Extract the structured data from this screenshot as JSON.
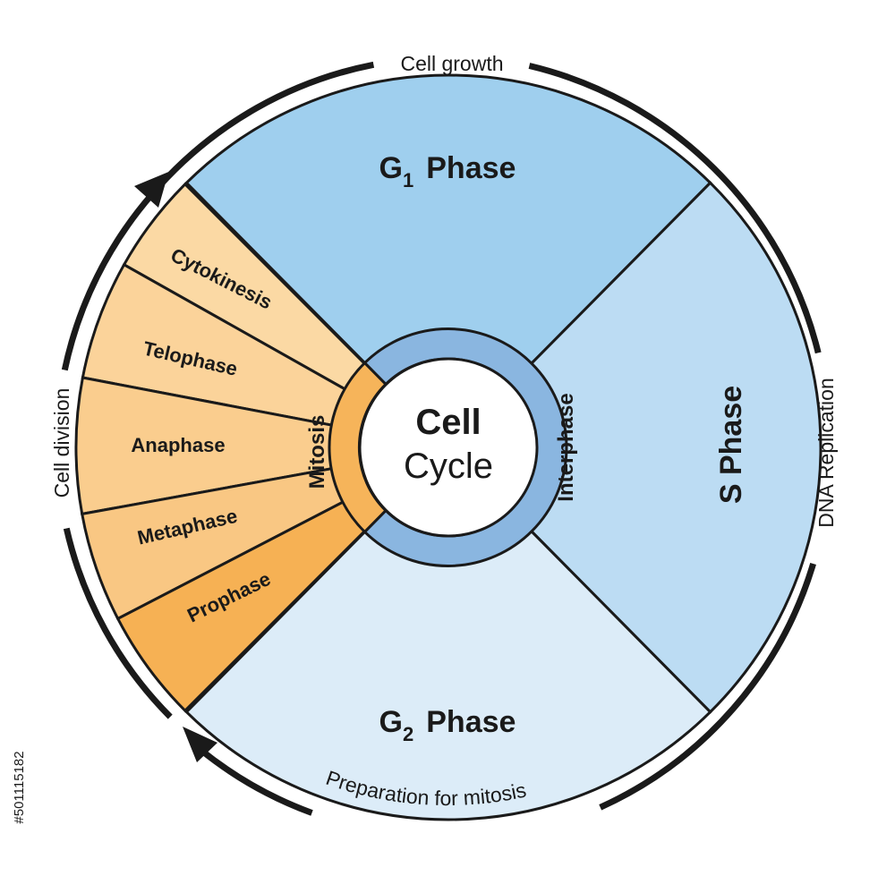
{
  "center": {
    "line1": "Cell",
    "line2": "Cycle"
  },
  "phases": {
    "g1": {
      "letter": "G",
      "sub": "1",
      "word": "Phase",
      "color": "#9fcfee"
    },
    "s": {
      "label": "S Phase",
      "color": "#bcdcf3"
    },
    "g2": {
      "letter": "G",
      "sub": "2",
      "word": "Phase",
      "color": "#dcecf8"
    }
  },
  "rings": {
    "interphase": {
      "label": "Interphase",
      "color": "#8ab6e0"
    },
    "mitosis": {
      "label": "Mitosis",
      "color": "#f6b45a"
    }
  },
  "mitosis_stages": [
    {
      "label": "Cytokinesis",
      "color": "#fbd9a4"
    },
    {
      "label": "Telophase",
      "color": "#fbd39a"
    },
    {
      "label": "Anaphase",
      "color": "#facd8e"
    },
    {
      "label": "Metaphase",
      "color": "#f9c783"
    },
    {
      "label": "Prophase",
      "color": "#f6b154"
    }
  ],
  "outer_labels": {
    "top": "Cell growth",
    "right": "DNA Replication",
    "bottom": "Preparation for mitosis",
    "left": "Cell division"
  },
  "stock_id": "#501115182"
}
